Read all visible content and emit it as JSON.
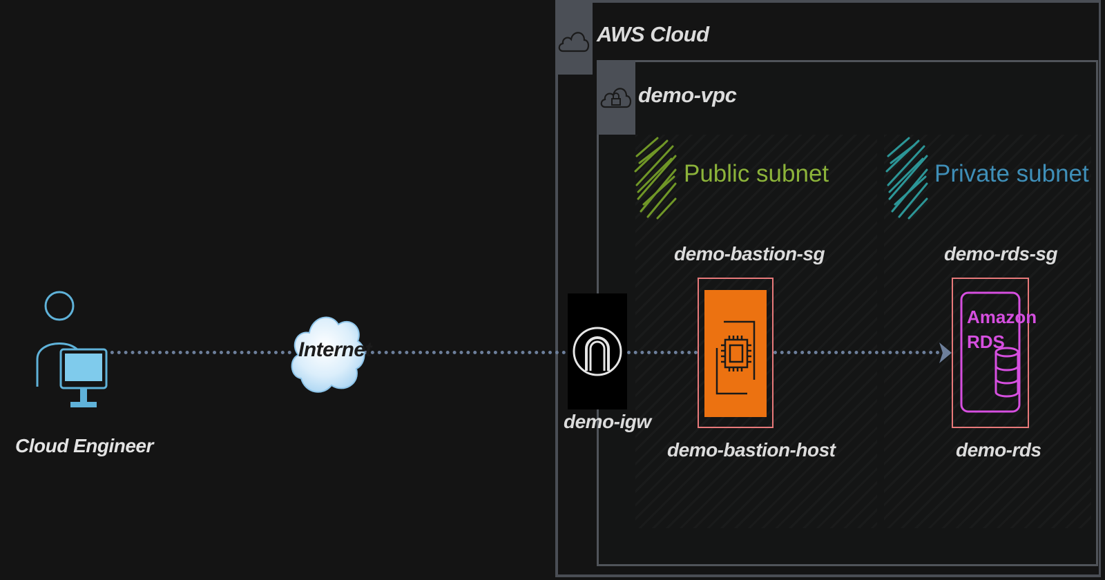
{
  "title": "",
  "nodes": {
    "engineer": {
      "label": "Cloud Engineer"
    },
    "internet": {
      "label": "Internet"
    },
    "aws_cloud": {
      "label": "AWS Cloud"
    },
    "vpc": {
      "label": "demo-vpc"
    },
    "public_subnet": {
      "label": "Public subnet"
    },
    "private_subnet": {
      "label": "Private subnet"
    },
    "igw": {
      "label": "demo-igw"
    },
    "bastion_sg": {
      "label": "demo-bastion-sg"
    },
    "bastion": {
      "label": "demo-bastion-host"
    },
    "rds_sg": {
      "label": "demo-rds-sg"
    },
    "rds": {
      "label": "demo-rds",
      "icon_line1": "Amazon",
      "icon_line2": "RDS"
    }
  },
  "icons": {
    "engineer": "user-computer-icon",
    "internet": "cloud-icon",
    "aws_cloud": "cloud-outline-icon",
    "vpc": "cloud-lock-icon",
    "igw": "internet-gateway-icon",
    "bastion": "ec2-instance-icon",
    "rds": "rds-database-icon"
  },
  "colors": {
    "background": "#141414",
    "container_border": "#4a4e55",
    "public_subnet": "#7aa62a",
    "private_subnet": "#2fa5a6",
    "connector": "#6d7f9b",
    "ec2": "#ec7211",
    "rds": "#d64fe0",
    "sg_border": "#e8797a",
    "user_icon": "#5fb2d9"
  },
  "edges": [
    {
      "from": "engineer",
      "to": "internet",
      "style": "dashed"
    },
    {
      "from": "internet",
      "to": "igw",
      "style": "dashed"
    },
    {
      "from": "igw",
      "to": "bastion",
      "style": "dashed"
    },
    {
      "from": "bastion",
      "to": "rds",
      "style": "dashed",
      "arrow": "end"
    }
  ]
}
